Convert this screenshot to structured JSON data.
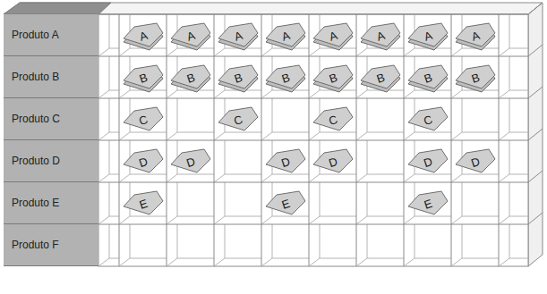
{
  "diagram": {
    "nodes": [
      {
        "text": [
          "Produto A"
        ]
      },
      {
        "text": [
          "A"
        ]
      },
      {
        "text": [
          "A"
        ]
      },
      {
        "text": [
          "A"
        ]
      },
      {
        "text": [
          "A"
        ]
      },
      {
        "text": [
          "A"
        ]
      },
      {
        "text": [
          "A"
        ]
      },
      {
        "text": [
          "A"
        ]
      },
      {
        "text": [
          "A"
        ]
      },
      {
        "text": [
          "Produto B"
        ]
      },
      {
        "text": [
          "B"
        ]
      },
      {
        "text": [
          "B"
        ]
      },
      {
        "text": [
          "B"
        ]
      },
      {
        "text": [
          "B"
        ]
      },
      {
        "text": [
          "B"
        ]
      },
      {
        "text": [
          "B"
        ]
      },
      {
        "text": [
          "B"
        ]
      },
      {
        "text": [
          "B"
        ]
      },
      {
        "text": [
          "Produto C"
        ]
      },
      {
        "text": [
          "C"
        ]
      },
      {
        "text": [
          "C"
        ]
      },
      {
        "text": [
          "C"
        ]
      },
      {
        "text": [
          "C"
        ]
      },
      {
        "text": [
          "Produto D"
        ]
      },
      {
        "text": [
          "D"
        ]
      },
      {
        "text": [
          "D"
        ]
      },
      {
        "text": [
          "D"
        ]
      },
      {
        "text": [
          "D"
        ]
      },
      {
        "text": [
          "D"
        ]
      },
      {
        "text": [
          "D"
        ]
      },
      {
        "text": [
          "Produto E"
        ]
      },
      {
        "text": [
          "E"
        ]
      },
      {
        "text": [
          "E"
        ]
      },
      {
        "text": [
          "E"
        ]
      },
      {
        "text": [
          "Produto F"
        ]
      }
    ]
  }
}
